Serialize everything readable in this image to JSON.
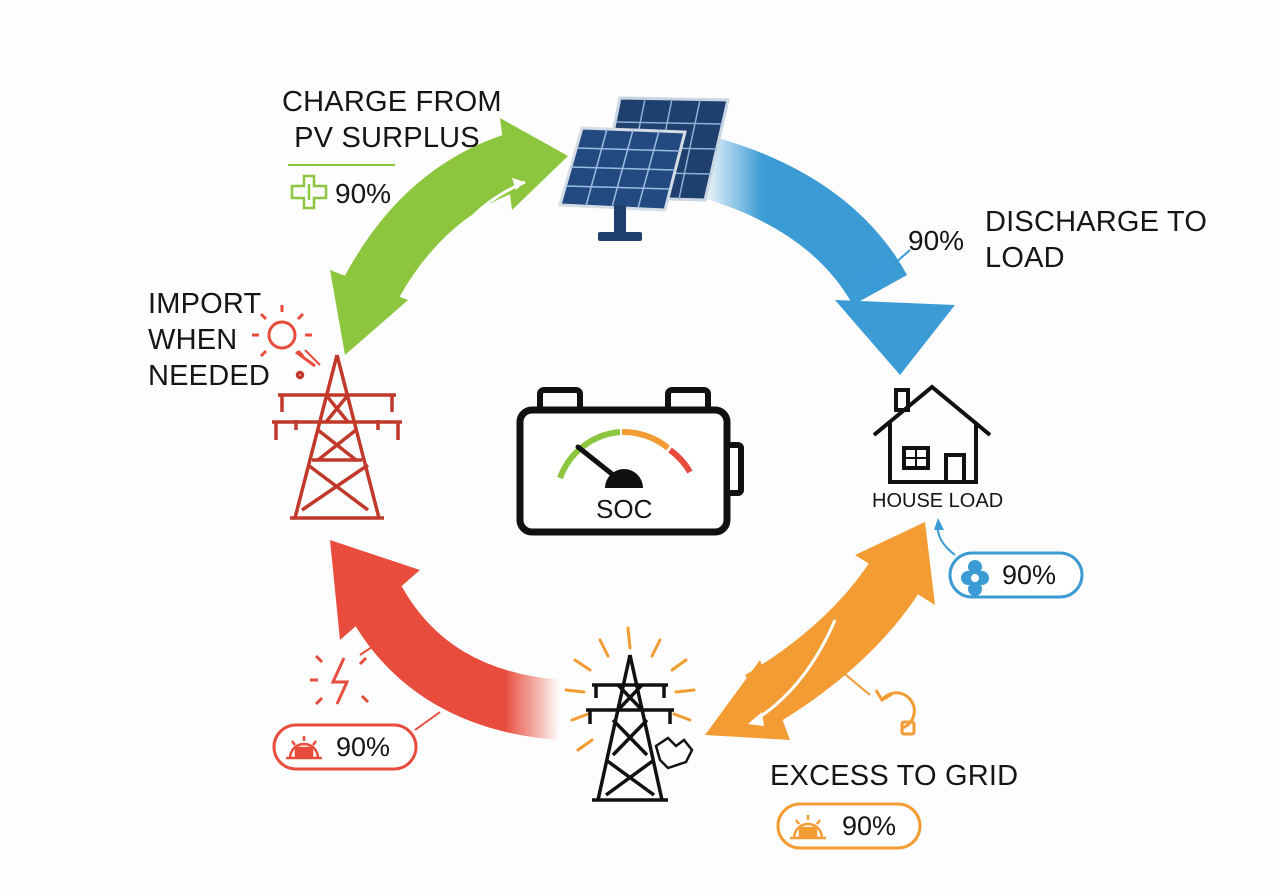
{
  "center": {
    "name": "battery",
    "label": "SOC",
    "gauge_colors": [
      "#8cc63f",
      "#f39c33",
      "#e74c3c"
    ]
  },
  "nodes": [
    {
      "id": "solar",
      "icon": "solar-panel-icon"
    },
    {
      "id": "house",
      "icon": "house-icon",
      "label": "HOUSE LOAD"
    },
    {
      "id": "grid-bottom",
      "icon": "transmission-tower-icon"
    },
    {
      "id": "grid-left",
      "icon": "transmission-tower-icon"
    }
  ],
  "flows": [
    {
      "id": "charge",
      "lines": [
        "CHARGE FROM",
        "PV SURPLUS"
      ],
      "value": "90%",
      "color": "#8cc63f"
    },
    {
      "id": "discharge",
      "lines": [
        "DISCHARGE TO",
        "LOAD"
      ],
      "value": "90%",
      "color": "#3a9bd5"
    },
    {
      "id": "excess",
      "lines": [
        "EXCESS TO GRID"
      ],
      "value": "90%",
      "color": "#f39c33"
    },
    {
      "id": "import",
      "lines": [
        "IMPORT",
        "WHEN",
        "NEEDED"
      ],
      "value": "90%",
      "color": "#e74c3c"
    }
  ]
}
